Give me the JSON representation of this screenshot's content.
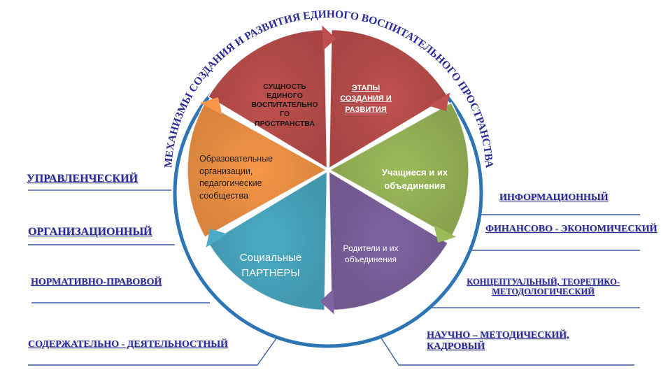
{
  "arc_title": "МЕХАНИЗМЫ СОЗДАНИЯ И РАЗВИТИЯ ЕДИНОГО ВОСПИТАТЕЛЬНОГО ПРОСТРАНСТВА",
  "segments": [
    {
      "label": "СУЩНОСТЬ ЕДИНОГО ВОСПИТАТЕЛЬНО ГО ПРОСТРАНСТВА",
      "color": "#c0504d"
    },
    {
      "label": "ЭТАПЫ СОЗДАНИЯ И РАЗВИТИЯ",
      "color": "#c0504d"
    },
    {
      "label": "Учащиеся и их объединения",
      "color": "#9bbb59"
    },
    {
      "label": "Родители и их объединения",
      "color": "#8064a2"
    },
    {
      "label": "Социальные ПАРТНЕРЫ",
      "color": "#4bacc6"
    },
    {
      "label": "Образовательные организации, педагогические сообщества",
      "color": "#f79646"
    }
  ],
  "left_labels": [
    "УПРАВЛЕНЧЕСКИЙ",
    "ОРГАНИЗАЦИОННЫЙ",
    "НОРМАТИВНО-ПРАВОВОЙ",
    "СОДЕРЖАТЕЛЬНО - ДЕЯТЕЛЬНОСТНЫЙ"
  ],
  "right_labels": [
    "ИНФОРМАЦИОННЫЙ",
    "ФИНАНСОВО - ЭКОНОМИЧЕСКИЙ",
    "КОНЦЕПТУАЛЬНЫЙ, ТЕОРЕТИКО-МЕТОДОЛОГИЧЕСКИЙ",
    "НАУЧНО – МЕТОДИЧЕСКИЙ, КАДРОВЫЙ"
  ],
  "colors": {
    "ring": "#2e75b6",
    "lines": "#3a5fa5",
    "labels": "#2a2a9a"
  }
}
